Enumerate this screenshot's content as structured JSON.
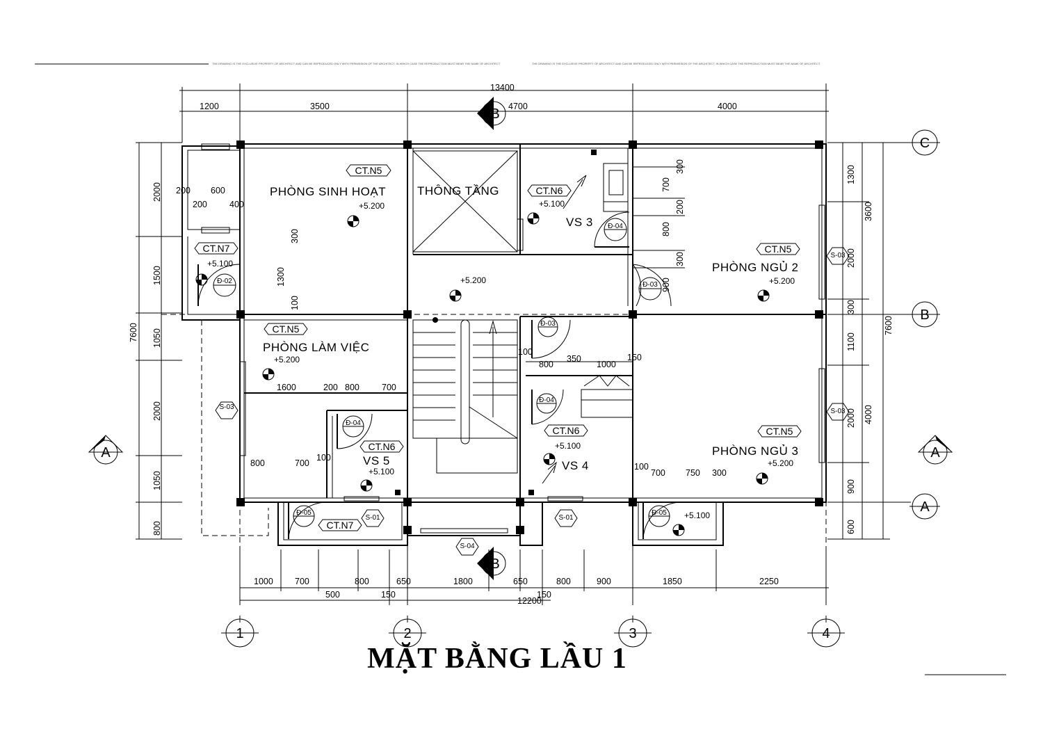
{
  "title": "MẶT BẰNG LẦU 1",
  "top_note": "THE DRAWING IS THE EXCLUSIVE PROPERTY OF ARCHITECT AND CAN BE REPRODUCED ONLY WITH PERMISSION OF THE ARCHITECT. IN WHICH CASE THE REPRODUCTION MUST BEAR THE NAME OF ARCHITECT",
  "rooms": [
    {
      "name": "PHÒNG SINH HOẠT",
      "tag": "CT.N5",
      "level": "+5.200"
    },
    {
      "name": "THÔNG TẦNG"
    },
    {
      "name": "VS 3",
      "tag": "CT.N6",
      "level": "+5.100"
    },
    {
      "name": "PHÒNG NGỦ 2",
      "tag": "CT.N5",
      "level": "+5.200"
    },
    {
      "name": "PHÒNG LÀM VIỆC",
      "tag": "CT.N5",
      "level": "+5.200"
    },
    {
      "name": "VS 5",
      "tag": "CT.N6",
      "level": "+5.100"
    },
    {
      "name": "VS 4",
      "tag": "CT.N6",
      "level": "+5.100"
    },
    {
      "name": "PHÒNG NGỦ 3",
      "tag": "CT.N5",
      "level": "+5.200"
    }
  ],
  "extra_tags": {
    "balcony_left": "CT.N7",
    "balcony_left_level": "+5.100",
    "balcony_bottom": "CT.N7",
    "hall_level": "+5.200",
    "balcony_right_level": "+5.100"
  },
  "doors": [
    "Đ-02",
    "Đ-03",
    "Đ-03",
    "Đ-04",
    "Đ-04",
    "Đ-04",
    "Đ-05",
    "Đ-05"
  ],
  "windows": [
    "S-03",
    "S-03",
    "S-03",
    "S-01",
    "S-01",
    "S-04"
  ],
  "axes": {
    "columns": [
      "1",
      "2",
      "3",
      "4"
    ],
    "rows": [
      "A",
      "B",
      "C"
    ],
    "sections": [
      "A",
      "A",
      "B",
      "B"
    ]
  },
  "dims": {
    "top_total": "13400",
    "top": [
      "1200",
      "3500",
      "4700",
      "4000"
    ],
    "bottom_total": "12200",
    "bottom": [
      "1000",
      "700",
      "800",
      "650",
      "1800",
      "650",
      "800",
      "900",
      "1850",
      "2250"
    ],
    "bottom2": [
      "500",
      "150",
      "150"
    ],
    "left_total": "7600",
    "left": [
      "2000",
      "1500",
      "1050",
      "2000",
      "1050",
      "800"
    ],
    "right_total": "7600",
    "right": [
      "1300",
      "2000",
      "300",
      "1100",
      "2000",
      "900",
      "600"
    ],
    "right_outer": [
      "3600",
      "4000"
    ],
    "inner": [
      "200",
      "600",
      "200",
      "400",
      "300",
      "1300",
      "100",
      "1600",
      "200",
      "800",
      "700",
      "800",
      "700",
      "100",
      "800",
      "350",
      "1000",
      "150",
      "100",
      "100",
      "700",
      "750",
      "300",
      "300",
      "700",
      "200",
      "800",
      "300",
      "900"
    ]
  }
}
